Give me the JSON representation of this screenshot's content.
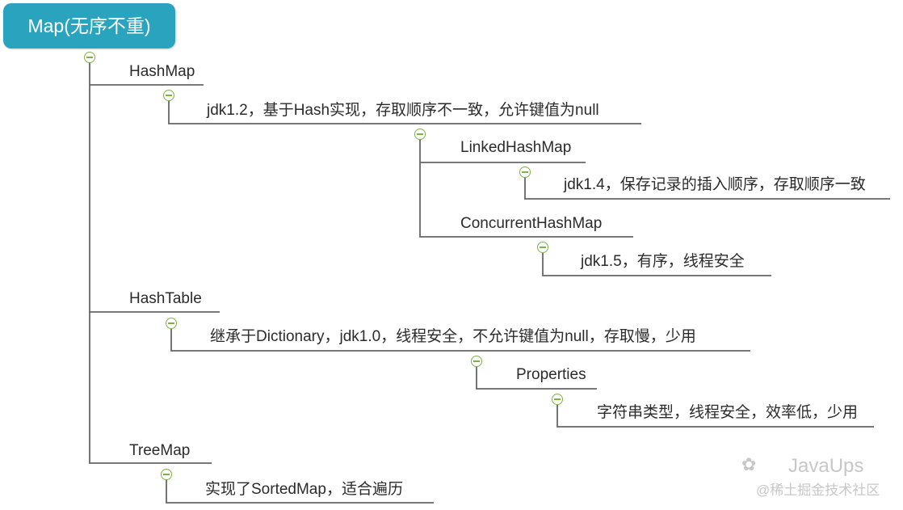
{
  "root": {
    "label": "Map(无序不重)"
  },
  "nodes": {
    "hashmap": "HashMap",
    "hashmap_desc": "jdk1.2，基于Hash实现，存取顺序不一致，允许键值为null",
    "linkedhashmap": "LinkedHashMap",
    "linkedhashmap_desc": "jdk1.4，保存记录的插入顺序，存取顺序一致",
    "concurrenthashmap": "ConcurrentHashMap",
    "concurrenthashmap_desc": "jdk1.5，有序，线程安全",
    "hashtable": "HashTable",
    "hashtable_desc": "继承于Dictionary，jdk1.0，线程安全，不允许键值为null，存取慢，少用",
    "properties": "Properties",
    "properties_desc": "字符串类型，线程安全，效率低，少用",
    "treemap": "TreeMap",
    "treemap_desc": "实现了SortedMap，适合遍历"
  },
  "watermark": {
    "name": "JavaUps",
    "site": "@稀土掘金技术社区"
  },
  "colors": {
    "root_fill": "#2aa3bf",
    "line": "#666666",
    "toggle": "#7cb342"
  }
}
